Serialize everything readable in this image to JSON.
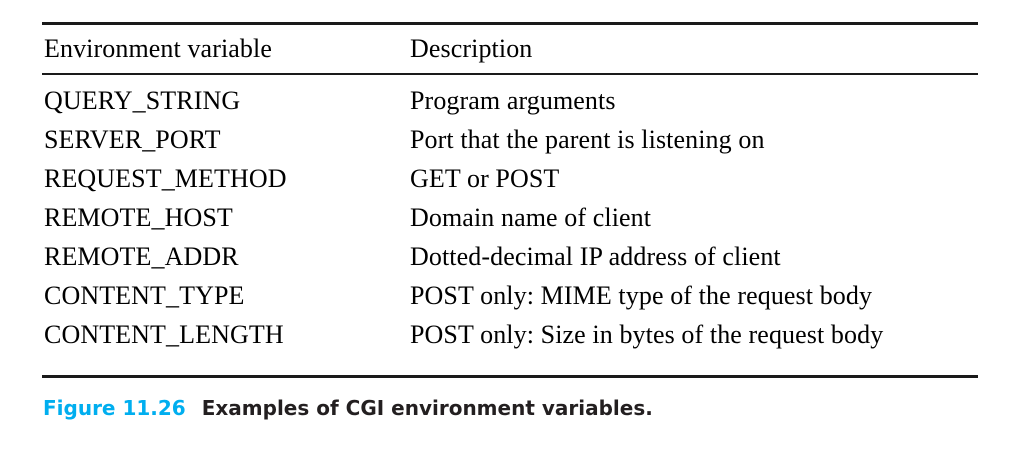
{
  "figure": {
    "caption_label": "Figure 11.26",
    "caption_text": "Examples of CGI environment variables.",
    "caption_label_color": "#00AEEF",
    "caption_text_color": "#231f20"
  },
  "table": {
    "columns": [
      {
        "key": "variable",
        "header": "Environment variable"
      },
      {
        "key": "description",
        "header": "Description"
      }
    ],
    "rows": [
      {
        "variable": "QUERY_STRING",
        "description": "Program arguments"
      },
      {
        "variable": "SERVER_PORT",
        "description": "Port that the parent is listening on"
      },
      {
        "variable": "REQUEST_METHOD",
        "description": "GET or POST"
      },
      {
        "variable": "REMOTE_HOST",
        "description": "Domain name of client"
      },
      {
        "variable": "REMOTE_ADDR",
        "description": "Dotted-decimal IP address of client"
      },
      {
        "variable": "CONTENT_TYPE",
        "description": "POST only: MIME type of the request body"
      },
      {
        "variable": "CONTENT_LENGTH",
        "description": "POST only: Size in bytes of the request body"
      }
    ]
  }
}
